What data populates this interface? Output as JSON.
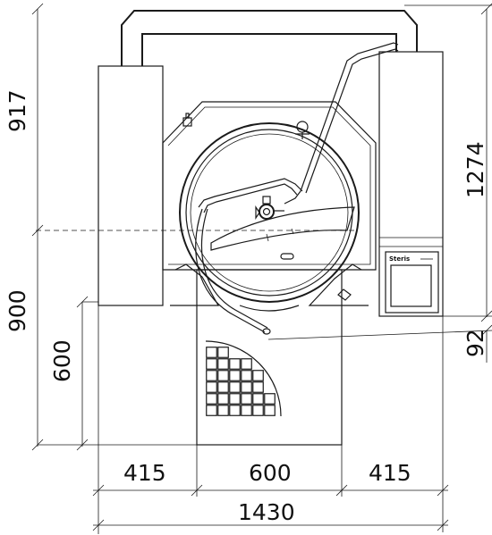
{
  "dimensions": {
    "left_upper": "917",
    "left_lower": "900",
    "left_inner": "600",
    "right_upper": "1274",
    "right_lower": "92",
    "bottom_left": "415",
    "bottom_middle": "600",
    "bottom_right": "415",
    "bottom_total": "1430"
  },
  "control_panel": {
    "brand": "Steris"
  }
}
